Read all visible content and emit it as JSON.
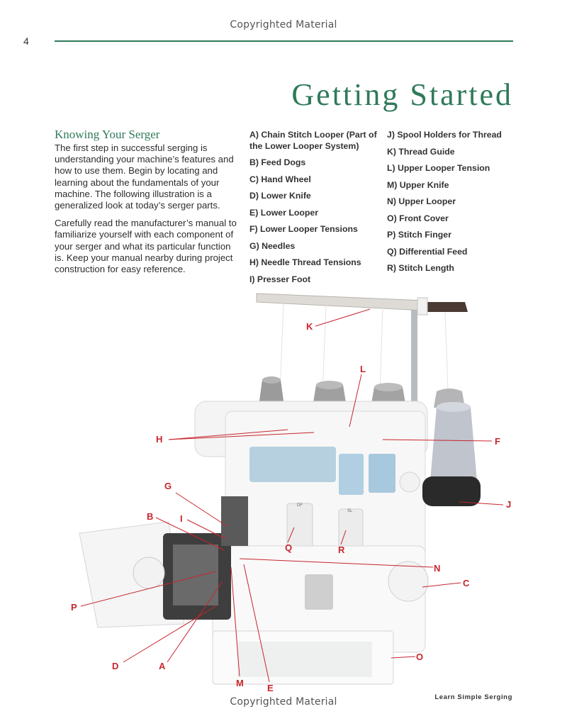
{
  "watermark": {
    "top": "Copyrighted Material",
    "bottom": "Copyrighted Material"
  },
  "page_number": "4",
  "title": "Getting Started",
  "intro": {
    "heading": "Knowing Your Serger",
    "paragraphs": [
      "The first step in successful serging is understanding your machine’s features and how to use them. Begin by locating and learning about the fundamentals of your machine. The following illustration is a generalized look at today’s serger parts.",
      "Carefully read the manufacturer’s manual to familiarize yourself with each component of your serger and what its particular function is. Keep your manual nearby during project construction for easy reference."
    ]
  },
  "parts_left": [
    "A) Chain Stitch Looper (Part of the Lower Looper System)",
    "B) Feed Dogs",
    "C) Hand Wheel",
    "D) Lower Knife",
    "E) Lower Looper",
    "F) Lower Looper Tensions",
    "G) Needles",
    "H) Needle Thread Tensions",
    "I) Presser Foot"
  ],
  "parts_right": [
    "J) Spool Holders for Thread",
    "K) Thread Guide",
    "L) Upper Looper Tension",
    "M) Upper Knife",
    "N) Upper Looper",
    "O) Front Cover",
    "P) Stitch Finger",
    "Q) Differential Feed",
    "R) Stitch Length"
  ],
  "callouts": {
    "A": "A",
    "B": "B",
    "C": "C",
    "D": "D",
    "E": "E",
    "F": "F",
    "G": "G",
    "H": "H",
    "I": "I",
    "J": "J",
    "K": "K",
    "L": "L",
    "M": "M",
    "N": "N",
    "O": "O",
    "P": "P",
    "Q": "Q",
    "R": "R"
  },
  "dial_labels": {
    "diff": "DF",
    "length": "SL"
  },
  "footer": "Learn Simple Serging",
  "colors": {
    "accent": "#2f7a59",
    "callout": "#c8252c"
  }
}
